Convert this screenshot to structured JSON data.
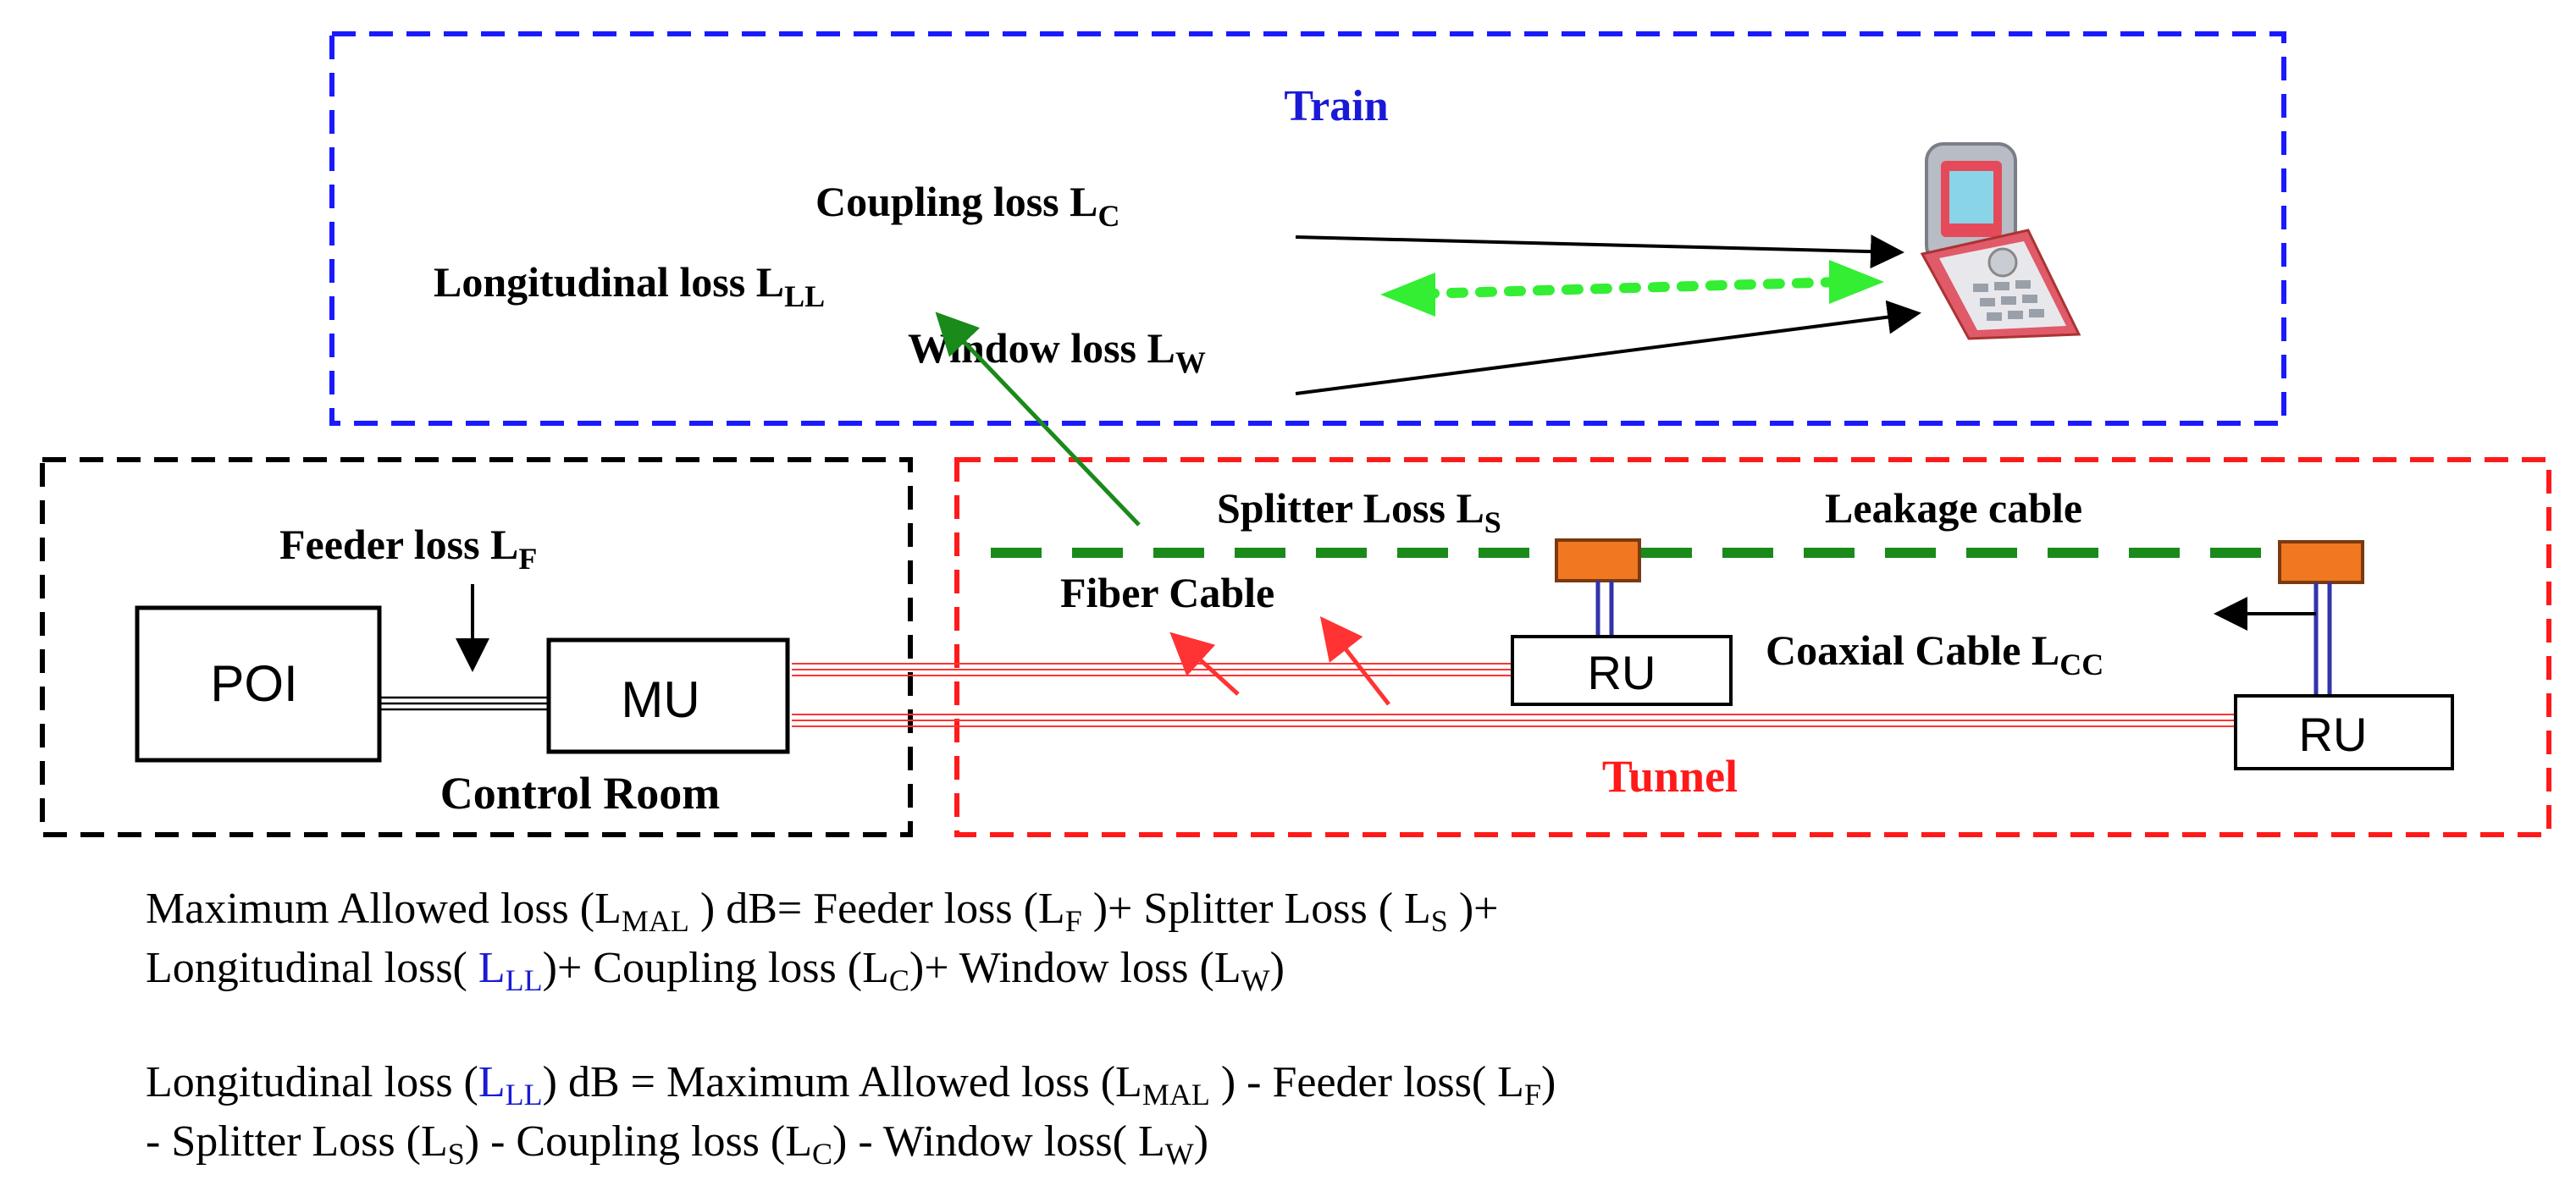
{
  "regions": {
    "train": "Train",
    "control_room": "Control Room",
    "tunnel": "Tunnel"
  },
  "blocks": {
    "poi": "POI",
    "mu": "MU",
    "ru": "RU"
  },
  "labels": {
    "coupling_loss": {
      "text": "Coupling loss L",
      "sub": "C"
    },
    "longitudinal_loss": {
      "text": "Longitudinal loss L",
      "sub": "LL"
    },
    "window_loss": {
      "text": "Window loss L",
      "sub": "W"
    },
    "feeder_loss": {
      "text": "Feeder loss L",
      "sub": "F"
    },
    "splitter_loss": {
      "text": "Splitter Loss L",
      "sub": "S"
    },
    "leakage_cable": "Leakage cable",
    "fiber_cable": "Fiber Cable",
    "coaxial_cable": {
      "text": "Coaxial Cable L",
      "sub": "CC"
    }
  },
  "equations": {
    "eq1_line1": [
      "Maximum Allowed loss (L",
      "MAL",
      " ) dB= Feeder loss (L",
      "F",
      " )+ Splitter Loss ( L",
      "S",
      " )+"
    ],
    "eq1_line2": [
      "Longitudinal loss( ",
      "L",
      "LL",
      ")+ Coupling loss (L",
      "C",
      ")+   Window loss (L",
      "W",
      ")"
    ],
    "eq2_line1": [
      "Longitudinal loss (",
      "L",
      "LL",
      ") dB =  Maximum Allowed loss (L",
      "MAL",
      "  ) - Feeder loss( L",
      "F",
      ")"
    ],
    "eq2_line2": [
      "- Splitter Loss (L",
      "S",
      ") - Coupling loss (L",
      "C",
      ") - Window loss( L",
      "W",
      ")"
    ]
  },
  "colors": {
    "train_border": "#1a1aff",
    "control_border": "#000000",
    "tunnel_border": "#ff1a1a",
    "train_title": "#1a1ad6",
    "tunnel_title": "#ff1a1a",
    "leakage_cable": "#1a8a1a",
    "wireless_link": "#33ee33",
    "fiber": "#ff3333",
    "coax": "#3333aa",
    "splitter": "#f07820",
    "ll_highlight": "#1a1ad6"
  }
}
